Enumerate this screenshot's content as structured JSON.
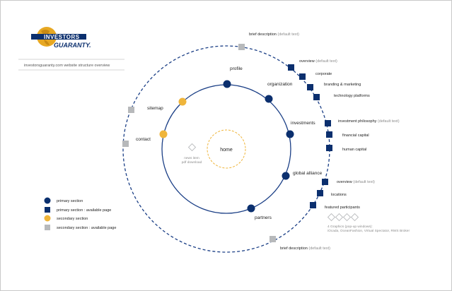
{
  "logo": {
    "line1": "INVESTORS",
    "line2": "GUARANTY.",
    "colors": {
      "gold": "#e7a823",
      "navy": "#0b2f6e"
    }
  },
  "subtitle": "investorsguaranty.com website structure overview",
  "colors": {
    "primary": "#0b2f6e",
    "secondary": "#efb53b",
    "available_page_grey": "#b7b9bb",
    "ring": "#1b3f86",
    "text": "#222222",
    "muted": "#8c8c8c"
  },
  "center": {
    "label": "home"
  },
  "news": {
    "line1": "news item",
    "line2": "pdf download"
  },
  "primary_sections": {
    "profile": "profile",
    "organization": "organization",
    "investments": "investments",
    "global_alliance": "global alliance",
    "partners": "partners"
  },
  "secondary_sections": {
    "sitemap": "sitemap",
    "contact": "contact"
  },
  "pages": {
    "brief_top": {
      "label": "brief description",
      "default": "(default text)"
    },
    "overview_org": {
      "label": "overview",
      "default": "(default text)"
    },
    "corporate": "corporate",
    "branding": "branding & marketing",
    "technology": "technology platforms",
    "invest_philosophy": {
      "label": "investment philosophy",
      "default": "(default text)"
    },
    "financial_capital": "financial capital",
    "human_capital": "human capital",
    "overview_global": {
      "label": "overview",
      "default": "(default text)"
    },
    "locations": "locations",
    "featured": "featured participants",
    "brief_bottom": {
      "label": "brief description",
      "default": "(default text)"
    }
  },
  "graphics_note": {
    "line1": "4 Graphics (pop-up windows):",
    "line2": "iOcada, OceanFashion, Virtual Spectator, RWS Broker"
  },
  "legend": [
    {
      "shape": "circle",
      "color": "#0b2f6e",
      "label": "primary section"
    },
    {
      "shape": "square",
      "color": "#0b2f6e",
      "label": "primary section : available page"
    },
    {
      "shape": "circle",
      "color": "#efb53b",
      "label": "secondary section"
    },
    {
      "shape": "square",
      "color": "#b7b9bb",
      "label": "secondary section : available page"
    }
  ]
}
